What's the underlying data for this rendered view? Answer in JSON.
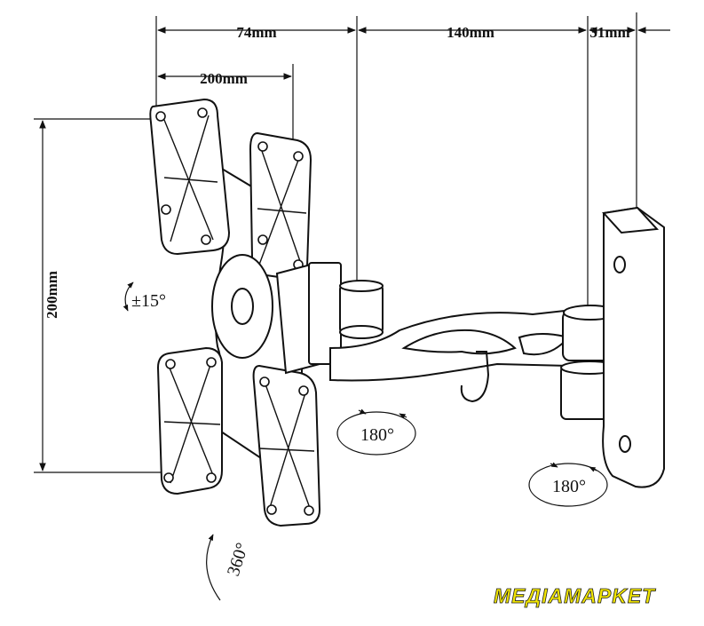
{
  "dimensions": {
    "top_left": "74mm",
    "top_middle": "140mm",
    "top_right": "31mm",
    "inner_top": "200mm",
    "side": "200mm"
  },
  "rotations": {
    "tilt": "±15°",
    "arm_swivel": "180°",
    "wall_swivel": "180°",
    "plate_rotation": "360°"
  },
  "brand": {
    "logo_text": "MEДIAMAPKET",
    "logo_color": "#f2e600"
  },
  "colors": {
    "line": "#111111",
    "background": "#ffffff"
  }
}
